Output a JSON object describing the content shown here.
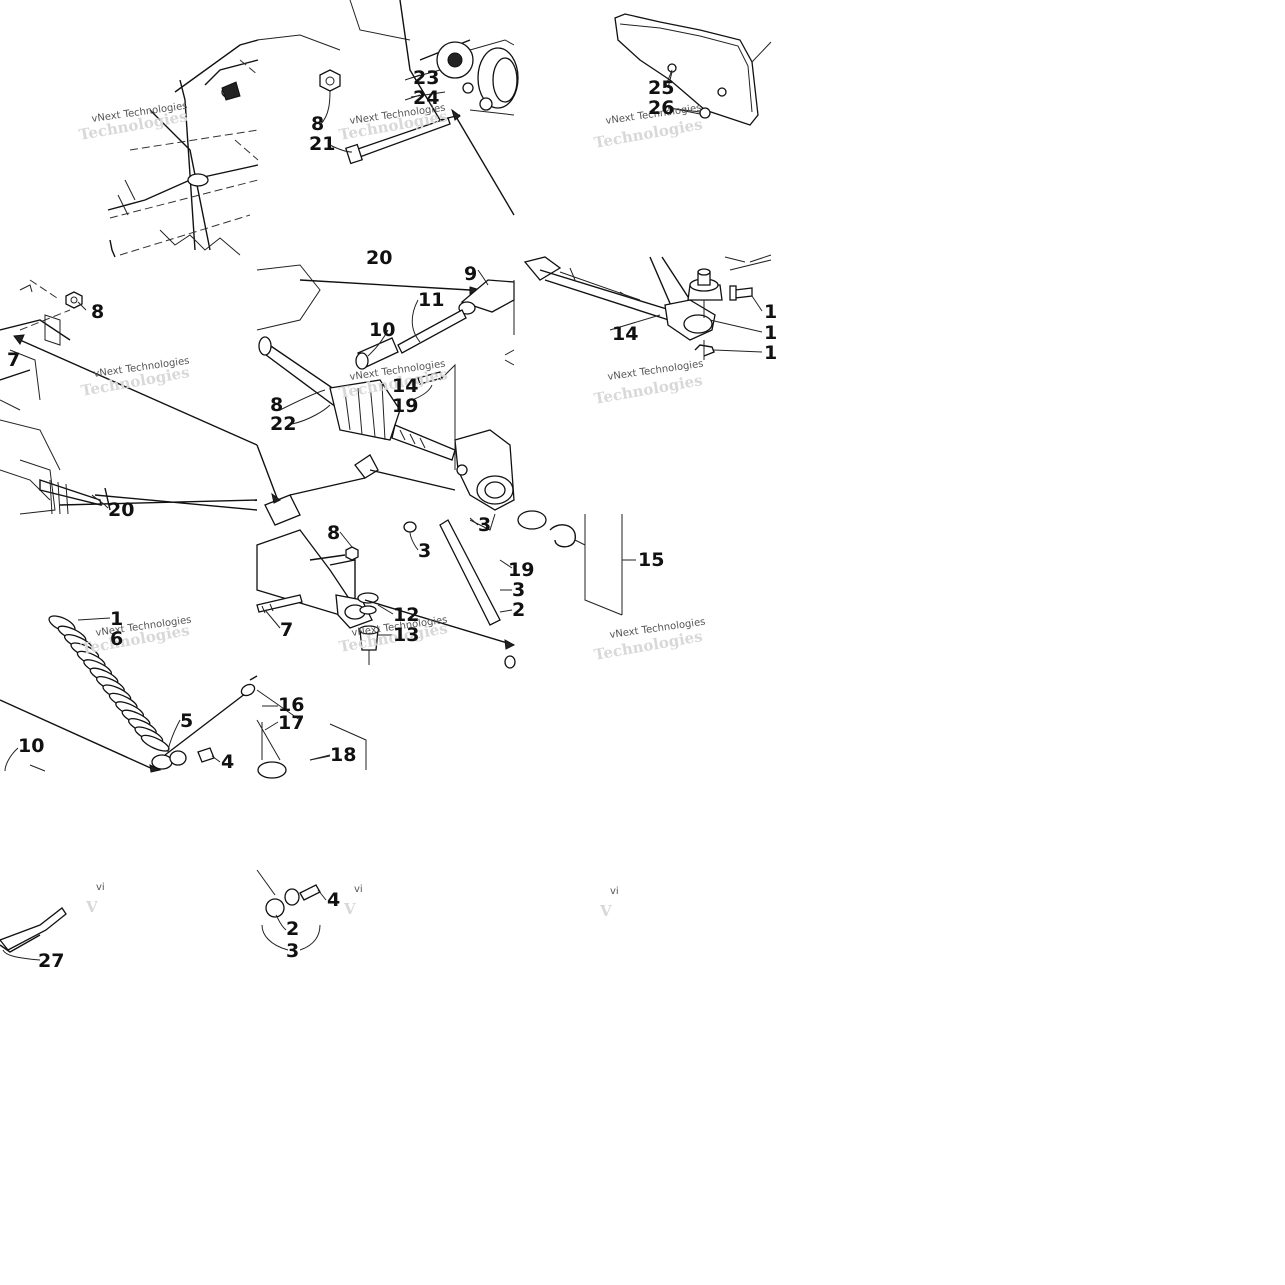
{
  "diagram": {
    "watermark_text": "vNext Technologies",
    "watermark_ghost_text": "Technologies",
    "watermark_fragment": "vi",
    "callouts": [
      {
        "id": "c-23",
        "label": "23"
      },
      {
        "id": "c-24",
        "label": "24"
      },
      {
        "id": "c-8a",
        "label": "8"
      },
      {
        "id": "c-21",
        "label": "21"
      },
      {
        "id": "c-25",
        "label": "25"
      },
      {
        "id": "c-26",
        "label": "26"
      },
      {
        "id": "c-20a",
        "label": "20"
      },
      {
        "id": "c-9",
        "label": "9"
      },
      {
        "id": "c-11",
        "label": "11"
      },
      {
        "id": "c-10a",
        "label": "10"
      },
      {
        "id": "c-14a",
        "label": "14"
      },
      {
        "id": "c-19a",
        "label": "19"
      },
      {
        "id": "c-8b",
        "label": "8"
      },
      {
        "id": "c-22",
        "label": "22"
      },
      {
        "id": "c-8c",
        "label": "8"
      },
      {
        "id": "c-7a",
        "label": "7"
      },
      {
        "id": "c-20b",
        "label": "20"
      },
      {
        "id": "c-14b",
        "label": "14"
      },
      {
        "id": "c-1a",
        "label": "1"
      },
      {
        "id": "c-1b",
        "label": "1"
      },
      {
        "id": "c-1c",
        "label": "1"
      },
      {
        "id": "c-8d",
        "label": "8"
      },
      {
        "id": "c-3a",
        "label": "3"
      },
      {
        "id": "c-3b",
        "label": "3"
      },
      {
        "id": "c-7b",
        "label": "7"
      },
      {
        "id": "c-12a",
        "label": "12"
      },
      {
        "id": "c-13a",
        "label": "13"
      },
      {
        "id": "c-19b",
        "label": "19"
      },
      {
        "id": "c-3c",
        "label": "3"
      },
      {
        "id": "c-2",
        "label": "2"
      },
      {
        "id": "c-15",
        "label": "15"
      },
      {
        "id": "c-1d",
        "label": "1"
      },
      {
        "id": "c-6",
        "label": "6"
      },
      {
        "id": "c-5",
        "label": "5"
      },
      {
        "id": "c-4a",
        "label": "4"
      },
      {
        "id": "c-10b",
        "label": "10"
      },
      {
        "id": "c-16",
        "label": "16"
      },
      {
        "id": "c-17",
        "label": "17"
      },
      {
        "id": "c-18",
        "label": "18"
      },
      {
        "id": "c-27",
        "label": "27"
      },
      {
        "id": "c-4b",
        "label": "4"
      },
      {
        "id": "c-2b",
        "label": "2"
      },
      {
        "id": "c-3d",
        "label": "3"
      }
    ]
  }
}
